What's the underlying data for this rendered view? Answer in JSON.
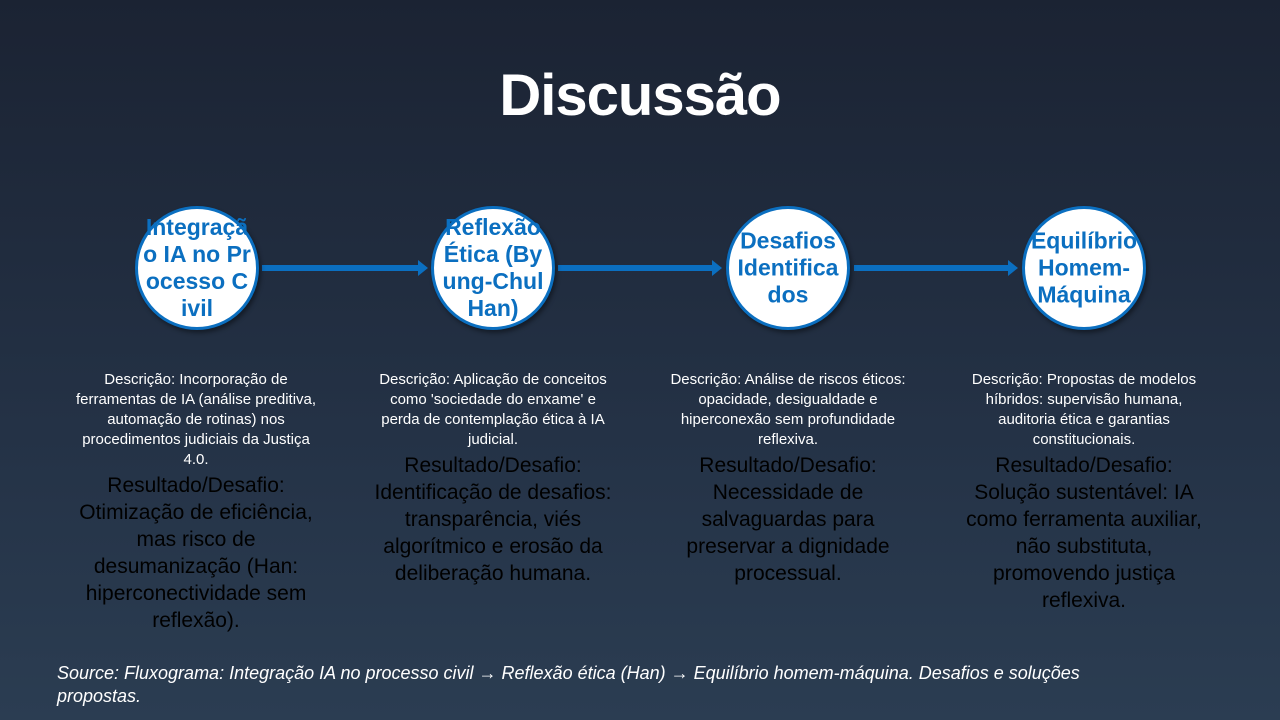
{
  "title": "Discussão",
  "steps": [
    {
      "title": "Integração IA no Processo Civil",
      "description": "Descrição: Incorporação de ferramentas de IA (análise preditiva, automação de rotinas) nos procedimentos judiciais da Justiça 4.0.",
      "result": "Resultado/Desafio: Otimização de eficiência, mas risco de desumanização (Han: hiperconectividade sem reflexão)."
    },
    {
      "title": "Reflexão Ética (Byung-Chul Han)",
      "description": "Descrição: Aplicação de conceitos como 'sociedade do enxame' e perda de contemplação ética à IA judicial.",
      "result": "Resultado/Desafio: Identificação de desafios: transparência, viés algorítmico e erosão da deliberação humana."
    },
    {
      "title": "Desafios Identificados",
      "description": "Descrição: Análise de riscos éticos: opacidade, desigualdade e hiperconexão sem profundidade reflexiva.",
      "result": "Resultado/Desafio: Necessidade de salvaguardas para preservar a dignidade processual."
    },
    {
      "title": "Equilíbrio Homem-Máquina",
      "description": "Descrição: Propostas de modelos híbridos: supervisão humana, auditoria ética e garantias constitucionais.",
      "result": "Resultado/Desafio: Solução sustentável: IA como ferramenta auxiliar, não substituta, promovendo justiça reflexiva."
    }
  ],
  "source": "Source: Fluxograma: Integração IA no processo civil → Reflexão ética (Han) → Equilíbrio homem-máquina. Desafios e soluções propostas.",
  "colors": {
    "accent": "#0b6fc0",
    "background": "#1b2333"
  }
}
